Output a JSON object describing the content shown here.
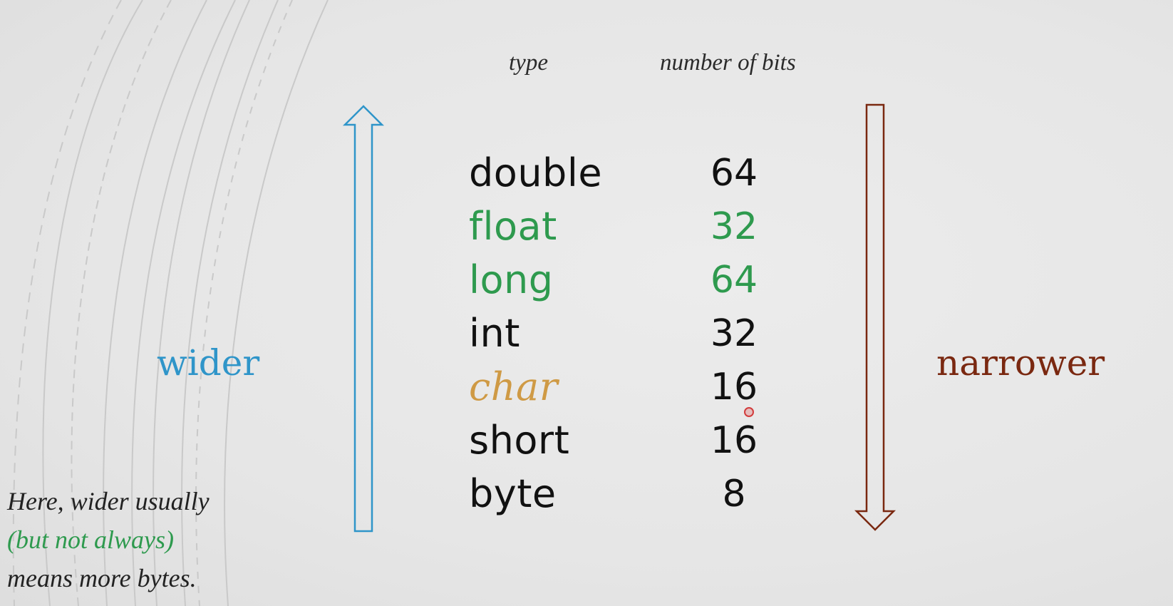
{
  "headers": {
    "type": "type",
    "bits": "number of bits"
  },
  "rows": [
    {
      "type": "double",
      "bits": "64",
      "color": "#111111"
    },
    {
      "type": "float",
      "bits": "32",
      "color": "#2e9a4e"
    },
    {
      "type": "long",
      "bits": "64",
      "color": "#2e9a4e"
    },
    {
      "type": "int",
      "bits": "32",
      "color": "#111111"
    },
    {
      "type": "char",
      "bits": "16",
      "color": "#cf9a45"
    },
    {
      "type": "short",
      "bits": "16",
      "color": "#111111"
    },
    {
      "type": "byte",
      "bits": "8",
      "color": "#111111"
    }
  ],
  "labels": {
    "wider": "wider",
    "narrower": "narrower"
  },
  "note": {
    "line1": "Here, wider usually",
    "line2": "(but not always)",
    "line3": "means more bytes."
  },
  "colors": {
    "wider": "#2f95c9",
    "narrower": "#7a2810",
    "green": "#2e9a4e",
    "orange": "#cf9a45"
  },
  "icons": {
    "up_arrow": "up-arrow-icon",
    "down_arrow": "down-arrow-icon"
  }
}
